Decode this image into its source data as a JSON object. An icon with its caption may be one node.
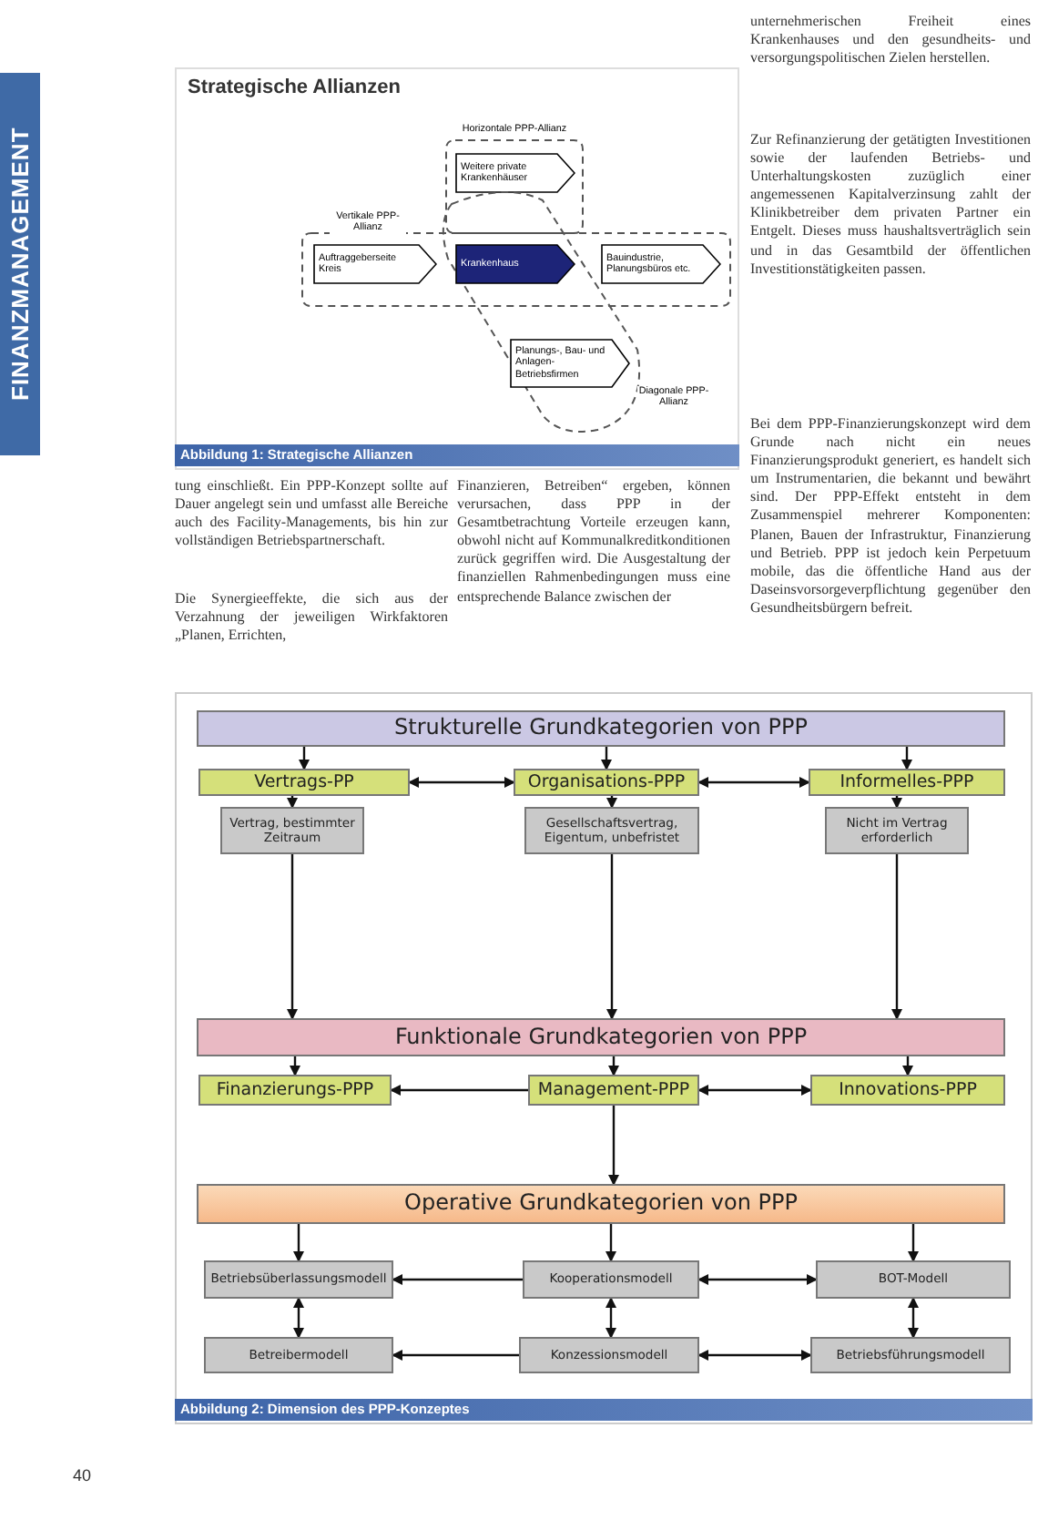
{
  "diagram": {
    "nodes": [
      {
        "text": [
          "Horizontale PPP-Allianz"
        ]
      },
      {
        "text": [
          "Weitere private Krankenhäuser"
        ],
        "in": 0
      },
      {
        "text": [
          "Vertikale PPP-Allianz"
        ]
      },
      {
        "text": [
          "Auftraggeberseite Kreis"
        ],
        "in": 2
      },
      {
        "text": [
          "Krankenhaus"
        ]
      },
      {
        "text": [
          "Bauindustrie, Planungsbüros etc."
        ],
        "in": 2
      },
      {
        "text": [
          "Diagonale PPP-Allianz"
        ]
      },
      {
        "text": [
          "Planungs-, Bau- und Anlagen-Betriebsfirmen"
        ],
        "in": 6
      },
      {
        "text": [
          "Strukturelle Grundkategorien von PPP"
        ]
      },
      {
        "text": [
          "Vertrags-PP"
        ]
      },
      {
        "text": [
          "Organisations-PPP"
        ]
      },
      {
        "text": [
          "Informelles-PPP"
        ]
      },
      {
        "text": [
          "Vertrag, bestimmter Zeitraum"
        ]
      },
      {
        "text": [
          "Gesellschaftsvertrag, Eigentum, unbefristet"
        ]
      },
      {
        "text": [
          "Nicht im Vertrag erforderlich"
        ]
      },
      {
        "text": [
          "Funktionale Grundkategorien von PPP"
        ]
      },
      {
        "text": [
          "Finanzierungs-PPP"
        ]
      },
      {
        "text": [
          "Management-PPP"
        ]
      },
      {
        "text": [
          "Innovations-PPP"
        ]
      },
      {
        "text": [
          "Operative Grundkategorien von PPP"
        ]
      },
      {
        "text": [
          "Betriebsüberlassungsmodell"
        ]
      },
      {
        "text": [
          "Kooperationsmodell"
        ]
      },
      {
        "text": [
          "BOT-Modell"
        ]
      },
      {
        "text": [
          "Betreibermodell"
        ]
      },
      {
        "text": [
          "Konzessionsmodell"
        ]
      },
      {
        "text": [
          "Betriebsführungsmodell"
        ]
      }
    ],
    "edges": [
      {
        "from": 8,
        "to": 9,
        "arrow": "to"
      },
      {
        "from": 8,
        "to": 10,
        "arrow": "to"
      },
      {
        "from": 8,
        "to": 11,
        "arrow": "to"
      },
      {
        "from": 9,
        "to": 10,
        "arrow": "both"
      },
      {
        "from": 10,
        "to": 11,
        "arrow": "both"
      },
      {
        "from": 9,
        "to": 12,
        "arrow": "to"
      },
      {
        "from": 10,
        "to": 13,
        "arrow": "to"
      },
      {
        "from": 11,
        "to": 14,
        "arrow": "to"
      },
      {
        "from": 12,
        "to": 15,
        "arrow": "to"
      },
      {
        "from": 13,
        "to": 15,
        "arrow": "to"
      },
      {
        "from": 14,
        "to": 15,
        "arrow": "to"
      },
      {
        "from": 15,
        "to": 16,
        "arrow": "to"
      },
      {
        "from": 15,
        "to": 17,
        "arrow": "to"
      },
      {
        "from": 15,
        "to": 18,
        "arrow": "to"
      },
      {
        "from": 17,
        "to": 16,
        "arrow": "to"
      },
      {
        "from": 17,
        "to": 18,
        "arrow": "both"
      },
      {
        "from": 17,
        "to": 19,
        "arrow": "to"
      },
      {
        "from": 19,
        "to": 20,
        "arrow": "to"
      },
      {
        "from": 19,
        "to": 21,
        "arrow": "to"
      },
      {
        "from": 19,
        "to": 22,
        "arrow": "to"
      },
      {
        "from": 21,
        "to": 20,
        "arrow": "to"
      },
      {
        "from": 21,
        "to": 22,
        "arrow": "both"
      },
      {
        "from": 20,
        "to": 23,
        "arrow": "both"
      },
      {
        "from": 21,
        "to": 24,
        "arrow": "both"
      },
      {
        "from": 22,
        "to": 25,
        "arrow": "both"
      },
      {
        "from": 24,
        "to": 23,
        "arrow": "to"
      },
      {
        "from": 24,
        "to": 25,
        "arrow": "both"
      }
    ],
    "labels": [
      "FINANZMANAGEMENT",
      "unternehmerischen Freiheit eines Krankenhauses und den gesundheits- und versorgungspolitischen Zielen herstellen.",
      "Zur Refinanzierung der getätigten Investitionen sowie der laufenden Betriebs- und Unterhaltungskosten zuzüglich einer angemessenen Kapitalverzinsung zahlt der Klinikbetreiber dem privaten Partner ein Entgelt. Dieses muss haushaltsverträglich sein und in das Gesamtbild der öffentlichen Investitionstätigkeiten passen.",
      "Bei dem PPP-Finanzierungskonzept wird dem Grunde nach nicht ein neues Finanzierungsprodukt generiert, es handelt sich um Instrumentarien, die bekannt und bewährt sind. Der PPP-Effekt entsteht in dem Zusammenspiel mehrerer Komponenten: Planen, Bauen der Infrastruktur, Finanzierung und Betrieb. PPP ist jedoch kein Perpetuum mobile, das die öffentliche Hand aus der Daseinsvorsorgeverpflichtung gegenüber den Gesundheitsbürgern befreit.",
      "Strategische Allianzen",
      "Abbildung 1: Strategische Allianzen",
      "tung einschließt. Ein PPP-Konzept sollte auf Dauer angelegt sein und umfasst alle Bereiche auch des Facility-Managements, bis hin zur vollständigen Betriebspartnerschaft.",
      "Die Synergieeffekte, die sich aus der Verzahnung der jeweiligen Wirkfaktoren „Planen, Errichten,",
      "Finanzieren, Betreiben“ ergeben, können verursachen, dass PPP in der Gesamtbetrachtung Vorteile erzeugen kann, obwohl nicht auf Kommunalkreditkonditionen zurück gegriffen wird. Die Ausgestaltung der finanziellen Rahmenbedingungen muss eine entsprechende Balance zwischen der",
      "Abbildung 2: Dimension des PPP-Konzeptes",
      "40"
    ]
  }
}
